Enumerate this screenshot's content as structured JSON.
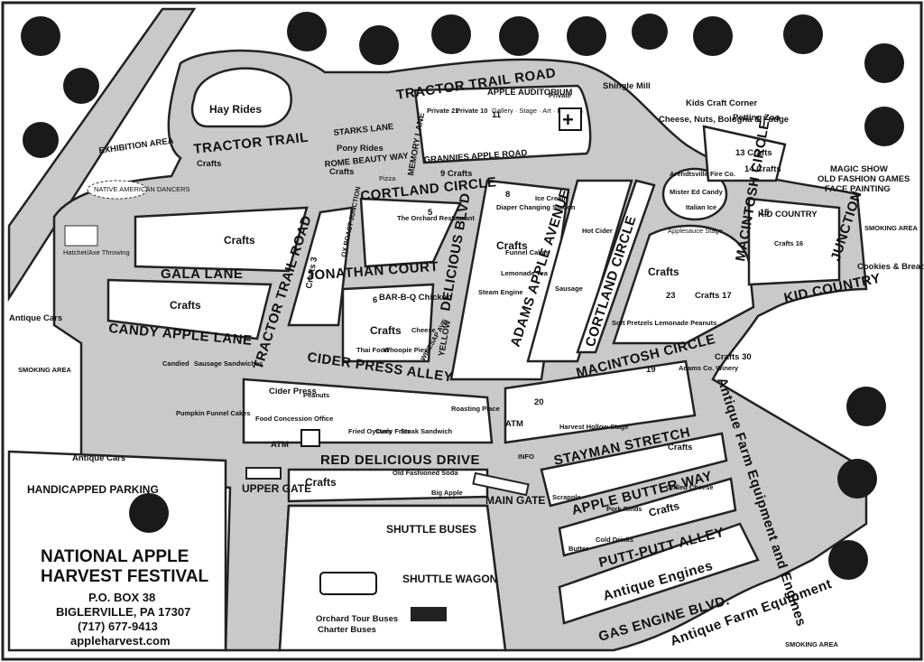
{
  "roads": {
    "tractor_trail_road_top": "TRACTOR TRAIL ROAD",
    "tractor_trail": "TRACTOR TRAIL",
    "tractor_trail_road_left": "TRACTOR TRAIL ROAD",
    "starks_lane": "STARKS LANE",
    "rome_beauty_way": "ROME BEAUTY WAY",
    "memory_lane": "MEMORY LANE",
    "grannies_apple_road": "GRANNIES APPLE ROAD",
    "cortland_circle_top": "CORTLAND CIRCLE",
    "cortland_circle_right": "CORTLAND CIRCLE",
    "gala_lane": "GALA LANE",
    "candy_apple_lane": "CANDY APPLE LANE",
    "jonathan_court": "JONATHAN COURT",
    "delicious_blvd": "DELICIOUS BLVD",
    "yellow": "YELLOW",
    "adams_apple_avenue": "ADAMS APPLE AVENUE",
    "macintosh_circle_right": "MACINTOSH CIRCLE",
    "macintosh_circle_bottom": "MACINTOSH CIRCLE",
    "kid_country_junction": "JUNCTION",
    "kid_country": "KID COUNTRY",
    "cider_press_alley": "CIDER PRESS ALLEY",
    "red_delicious_drive": "RED DELICIOUS DRIVE",
    "stayman_stretch": "STAYMAN STRETCH",
    "apple_butter_way": "APPLE BUTTER WAY",
    "putt_putt_alley": "PUTT-PUTT ALLEY",
    "gas_engine_blvd": "GAS ENGINE BLVD.",
    "ox_roast_junction": "OX ROAST JUNCTION",
    "winesap_ave": "WINESAP AVE"
  },
  "areas": {
    "hay_rides": "Hay Rides",
    "exhibition_area": "EXHIBITION AREA",
    "native_american": "NATIVE AMERICAN DANCERS",
    "hatchet_axe": "Hatchet/Axe Throwing",
    "antique_cars_1": "Antique Cars",
    "antique_cars_2": "Antique Cars",
    "handicapped_parking": "HANDICAPPED PARKING",
    "upper_gate": "UPPER GATE",
    "main_gate": "MAIN GATE",
    "shuttle_buses": "SHUTTLE BUSES",
    "shuttle_wagon": "SHUTTLE WAGON",
    "orchard_tour_buses": "Orchard Tour Buses",
    "charter_buses": "Charter Buses",
    "shingle_mill": "Shingle Mill",
    "kids_craft_corner": "Kids Craft Corner",
    "cheese_nuts": "Cheese, Nuts, Bologna & Fudge",
    "petting_zoo": "Petting Zoo",
    "magic_show": "MAGIC SHOW",
    "old_fashion_games": "OLD FASHION GAMES",
    "face_painting": "FACE PAINTING",
    "smoking_area_1": "SMOKING AREA",
    "smoking_area_2": "SMOKING AREA",
    "smoking_area_3": "SMOKING AREA",
    "cookies_bread": "Cookies & Bread",
    "antique_farm_equipment_1": "Antique Farm Equipment and Engines",
    "antique_farm_equipment_2": "Antique Farm Equipment",
    "antique_engines": "Antique Engines",
    "apple_auditorium": "APPLE AUDITORIUM",
    "auditorium_items": "Gallery · Stage · Art · Displays",
    "pony_rides": "Pony Rides",
    "pizza": "Pizza",
    "crafts_9": "9 Crafts",
    "orchard_restaurant": "The Orchard Restaurant",
    "bbq_chicken": "BAR-B-Q Chicken",
    "cider_press": "Cider Press",
    "food_concession": "Food Concession Office",
    "atm_1": "ATM",
    "atm_2": "ATM",
    "kid_country_box": "KID COUNTRY",
    "applesauce_stage": "Applesauce Stage",
    "hot_cider": "Hot Cider",
    "sausage": "Sausage",
    "soft_pretzels": "Soft Pretzels Lemonade Peanuts",
    "harvest_hollow_stage": "Harvest Hollow Stage",
    "diaper_station": "Diaper Changing Station",
    "ice_cream": "Ice Cream",
    "funnel_cakes_1": "Funnel Cakes",
    "lemonade_tea": "Lemonade Tea",
    "steam_engine": "Steam Engine",
    "roasting_place": "Roasting Place",
    "fried_oysters": "Fried Oysters",
    "curly_fries": "Curly Fries",
    "steak_sandwich": "Steak Sandwich",
    "candied": "Candied",
    "sausage_sandwiches": "Sausage Sandwiches",
    "pumpkin_funnel": "Pumpkin Funnel Cakes",
    "crafts_label": "Crafts",
    "big_apple": "Big Apple",
    "old_fashioned_soda": "Old Fashioned Soda",
    "info": "INFO",
    "peanuts": "Peanuts",
    "thai_food": "Thai Food",
    "whoopie_pies": "Whoopie Pies",
    "cheese": "Cheese",
    "scrapple": "Scrapple",
    "pork_rinds": "Pork Rinds",
    "grilled_cheese": "Grilled Cheese",
    "butter": "Butter",
    "cold_drinks": "Cold Drinks",
    "crafts_13": "13 Crafts",
    "crafts_14": "14 Crafts",
    "crafts_15": "15",
    "crafts_16": "Crafts 16",
    "crafts_23": "23",
    "crafts_17": "Crafts 17",
    "crafts_30": "Crafts 30",
    "crafts_3": "Crafts 3",
    "crafts_8": "8",
    "private_21": "Private 21",
    "private_10": "Private 10",
    "number_11": "11",
    "private_right": "Private",
    "adams_county_winery": "Adams Co. Winery",
    "italian_ice": "Italian Ice",
    "mister_ed": "Mister Ed Candy",
    "arendtsville_fire": "Arendtsville Fire Co.",
    "number_6": "6",
    "number_5": "5",
    "number_20": "20",
    "number_19": "19"
  },
  "footer": {
    "title_line1": "NATIONAL APPLE",
    "title_line2": "HARVEST FESTIVAL",
    "box": "P.O. BOX 38",
    "city": "BIGLERVILLE, PA 17307",
    "phone": "(717) 677-9413",
    "website": "appleharvest.com"
  }
}
